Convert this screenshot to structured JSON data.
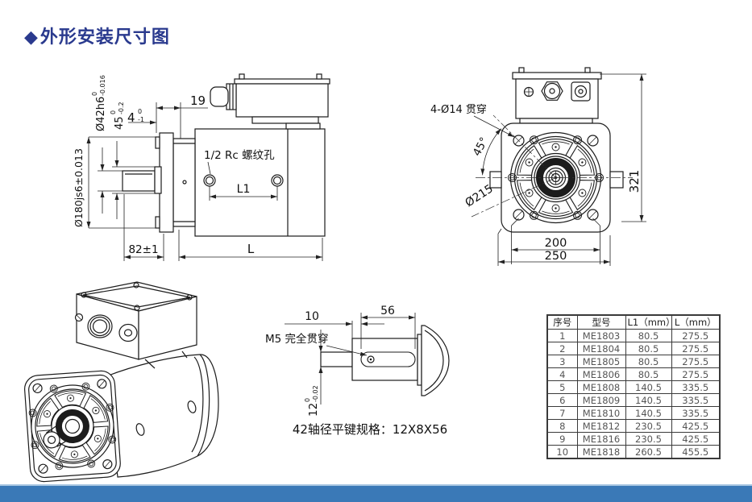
{
  "title_icon": "◆",
  "title": "外形安装尺寸图",
  "colors": {
    "accent": "#2a3a8e",
    "footer_bar": "#3a79b7",
    "line": "#1c1c1c"
  },
  "side_view": {
    "dia42": {
      "text": "Ø42h6",
      "tol_up": "0",
      "tol_dn": "-0.016"
    },
    "len45": {
      "text": "45",
      "tol_up": "0",
      "tol_dn": "-0.2"
    },
    "len4": {
      "text": "4",
      "tol_up": "0",
      "tol_dn": "-1"
    },
    "dim19": "19",
    "dia180": "Ø180js6±0.013",
    "thread": "1/2 Rc 螺纹孔",
    "l1": "L1",
    "dim82": "82±1",
    "l": "L"
  },
  "front_view": {
    "holes": "4-Ø14 贯穿",
    "angle": "45°",
    "dia215": "Ø215",
    "height": "321",
    "width_inner": "200",
    "width_outer": "250"
  },
  "shaft_view": {
    "dim10": "10",
    "dim56": "56",
    "m5": "M5  完全贯穿",
    "dim12": {
      "text": "12",
      "tol_up": "0",
      "tol_dn": "-0.02"
    },
    "caption": "42轴径平键规格：12X8X56"
  },
  "table": {
    "headers": [
      "序号",
      "型号",
      "L1（mm）",
      "L（mm）"
    ],
    "rows": [
      [
        "1",
        "ME1803",
        "80.5",
        "275.5"
      ],
      [
        "2",
        "ME1804",
        "80.5",
        "275.5"
      ],
      [
        "3",
        "ME1805",
        "80.5",
        "275.5"
      ],
      [
        "4",
        "ME1806",
        "80.5",
        "275.5"
      ],
      [
        "5",
        "ME1808",
        "140.5",
        "335.5"
      ],
      [
        "6",
        "ME1809",
        "140.5",
        "335.5"
      ],
      [
        "7",
        "ME1810",
        "140.5",
        "335.5"
      ],
      [
        "8",
        "ME1812",
        "230.5",
        "425.5"
      ],
      [
        "9",
        "ME1816",
        "230.5",
        "425.5"
      ],
      [
        "10",
        "ME1818",
        "260.5",
        "455.5"
      ]
    ]
  }
}
